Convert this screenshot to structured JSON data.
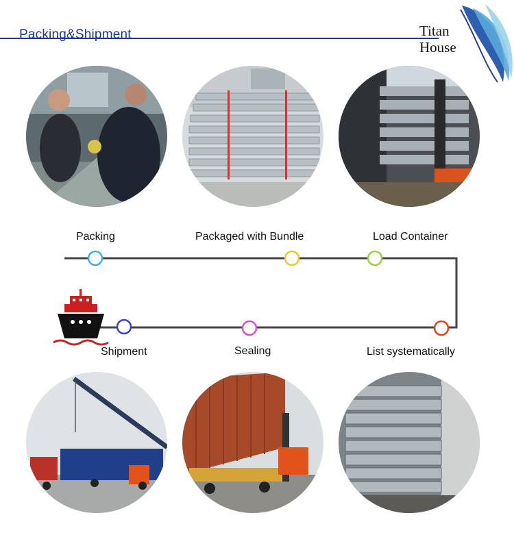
{
  "header": {
    "title": "Packing&Shipment"
  },
  "logo": {
    "line1": "Titan",
    "line2": "House"
  },
  "steps": [
    {
      "label": "Packing"
    },
    {
      "label": "Packaged with Bundle"
    },
    {
      "label": "Load Container"
    },
    {
      "label": "List systematically"
    },
    {
      "label": "Sealing"
    },
    {
      "label": "Shipment"
    }
  ],
  "colors": {
    "title_blue": "#1f3a93",
    "timeline": "#444444",
    "dot_packing": "#3ab0e8",
    "dot_bundle": "#f2c62a",
    "dot_load": "#93d63b",
    "dot_list": "#e8401c",
    "dot_sealing": "#d24fd8",
    "dot_shipment": "#3a3fd0",
    "ship_red": "#c8201e"
  },
  "icons": {
    "ship": "cargo-ship-icon"
  }
}
